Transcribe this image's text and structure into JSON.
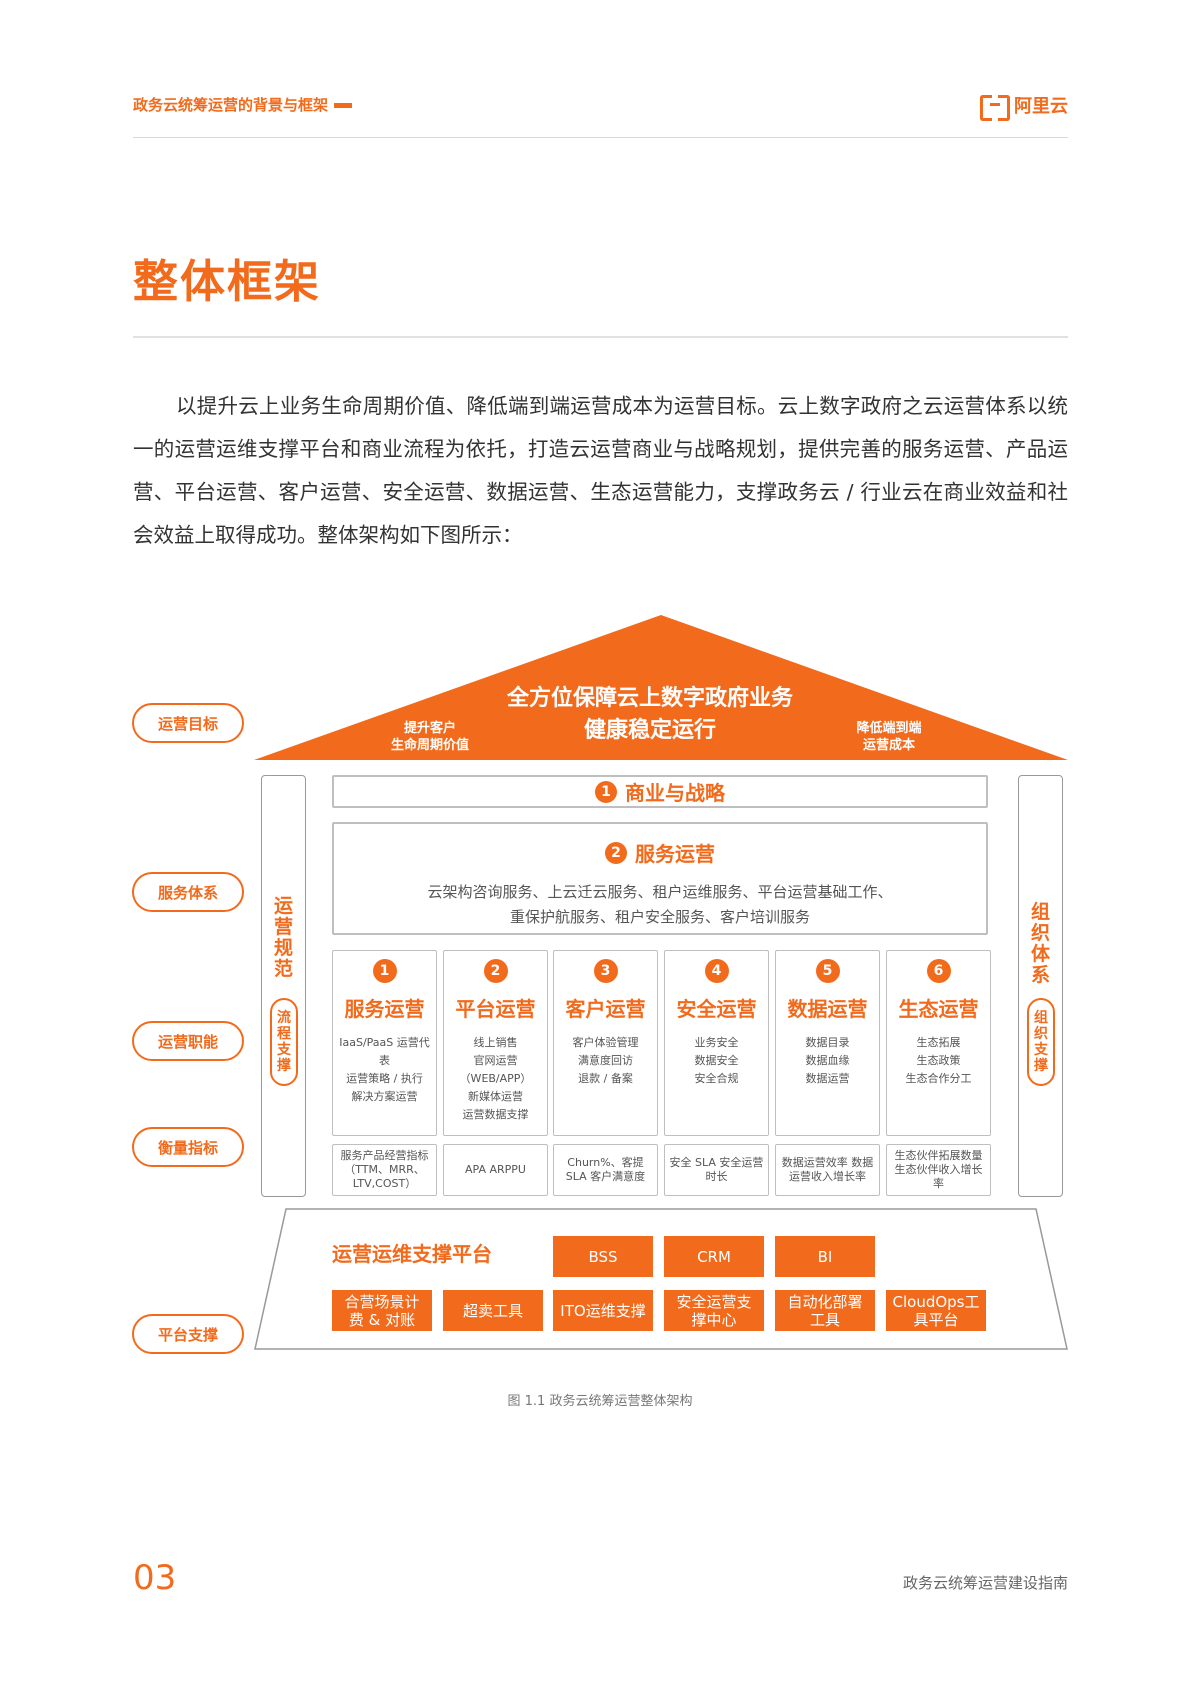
{
  "header": {
    "title": "政务云统筹运营的背景与框架",
    "logo_text": "阿里云"
  },
  "section_title": "整体框架",
  "body_text": "以提升云上业务生命周期价值、降低端到端运营成本为运营目标。云上数字政府之云运营体系以统一的运营运维支撑平台和商业流程为依托，打造云运营商业与战略规划，提供完善的服务运营、产品运营、平台运营、客户运营、安全运营、数据运营、生态运营能力，支撑政务云 / 行业云在商业效益和社会效益上取得成功。整体架构如下图所示：",
  "diagram": {
    "side_labels": [
      "运营目标",
      "服务体系",
      "运营职能",
      "衡量指标",
      "平台支撑"
    ],
    "roof": {
      "main_line1": "全方位保障云上数字政府业务",
      "main_line2": "健康稳定运行",
      "left_line1": "提升客户",
      "left_line2": "生命周期价值",
      "right_line1": "降低端到端",
      "right_line2": "运营成本"
    },
    "left_pillar": {
      "title": "运营规范",
      "pill": "流程支撑"
    },
    "right_pillar": {
      "title": "组织体系",
      "pill": "组织支撑"
    },
    "strategy": {
      "num": "1",
      "label": "商业与战略"
    },
    "service": {
      "num": "2",
      "label": "服务运营",
      "desc_line1": "云架构咨询服务、上云迁云服务、租户运维服务、平台运营基础工作、",
      "desc_line2": "重保护航服务、租户安全服务、客户培训服务"
    },
    "ops": [
      {
        "num": "1",
        "title": "服务运营",
        "items": [
          "IaaS/PaaS 运营代表",
          "运营策略 / 执行",
          "解决方案运营"
        ],
        "metric": "服务产品经营指标（TTM、MRR、LTV,COST）"
      },
      {
        "num": "2",
        "title": "平台运营",
        "items": [
          "线上销售",
          "官网运营（WEB/APP）",
          "新媒体运营",
          "运营数据支撑"
        ],
        "metric": "APA ARPPU"
      },
      {
        "num": "3",
        "title": "客户运营",
        "items": [
          "客户体验管理",
          "满意度回访",
          "退款 / 备案"
        ],
        "metric": "Churn%、客提SLA 客户满意度"
      },
      {
        "num": "4",
        "title": "安全运营",
        "items": [
          "业务安全",
          "数据安全",
          "安全合规"
        ],
        "metric": "安全 SLA 安全运营时长"
      },
      {
        "num": "5",
        "title": "数据运营",
        "items": [
          "数据目录",
          "数据血缘",
          "数据运营"
        ],
        "metric": "数据运营效率 数据运营收入增长率"
      },
      {
        "num": "6",
        "title": "生态运营",
        "items": [
          "生态拓展",
          "生态政策",
          "生态合作分工"
        ],
        "metric": "生态伙伴拓展数量 生态伙伴收入增长率"
      }
    ],
    "platform": {
      "title": "运营运维支撑平台",
      "row1": [
        "BSS",
        "CRM",
        "BI"
      ],
      "row2": [
        "合营场景计费 & 对账",
        "超卖工具",
        "ITO运维支撑",
        "安全运营支撑中心",
        "自动化部署工具",
        "CloudOps工具平台"
      ]
    },
    "caption": "图 1.1 政务云统筹运营整体架构"
  },
  "footer": {
    "page_number": "03",
    "doc_title": "政务云统筹运营建设指南"
  },
  "colors": {
    "accent": "#F26B1D",
    "rule": "#d9d9d9"
  },
  "icons": [
    "aliyun-logo-icon"
  ]
}
